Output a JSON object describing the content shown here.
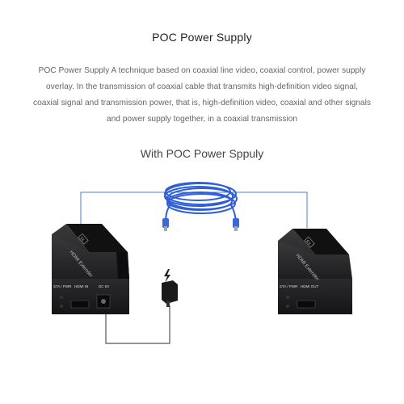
{
  "header": {
    "title": "POC Power Supply",
    "description": "POC Power Supply A technique based on coaxial line video, coaxial control, power supply overlay. In the transmission of coaxial cable that transmits high-definition video signal, coaxial signal and transmission power, that is, high-definition video, coaxial and other signals and power supply together, in a coaxial transmission"
  },
  "diagram": {
    "subtitle": "With POC Power Sppuly",
    "left_device": {
      "name": "HDMI Extender",
      "badge": "TX",
      "port_sta": "STA / PWR",
      "port_hdmi": "HDMI IN",
      "port_dc": "DC 5V"
    },
    "right_device": {
      "name": "HDMI Extender",
      "badge": "RX",
      "port_sta": "STA / PWR",
      "port_hdmi": "HDMI OUT"
    },
    "colors": {
      "line": "#4f7fd0",
      "cable": "#2f5fd6",
      "device": "#1c1c1e"
    }
  }
}
